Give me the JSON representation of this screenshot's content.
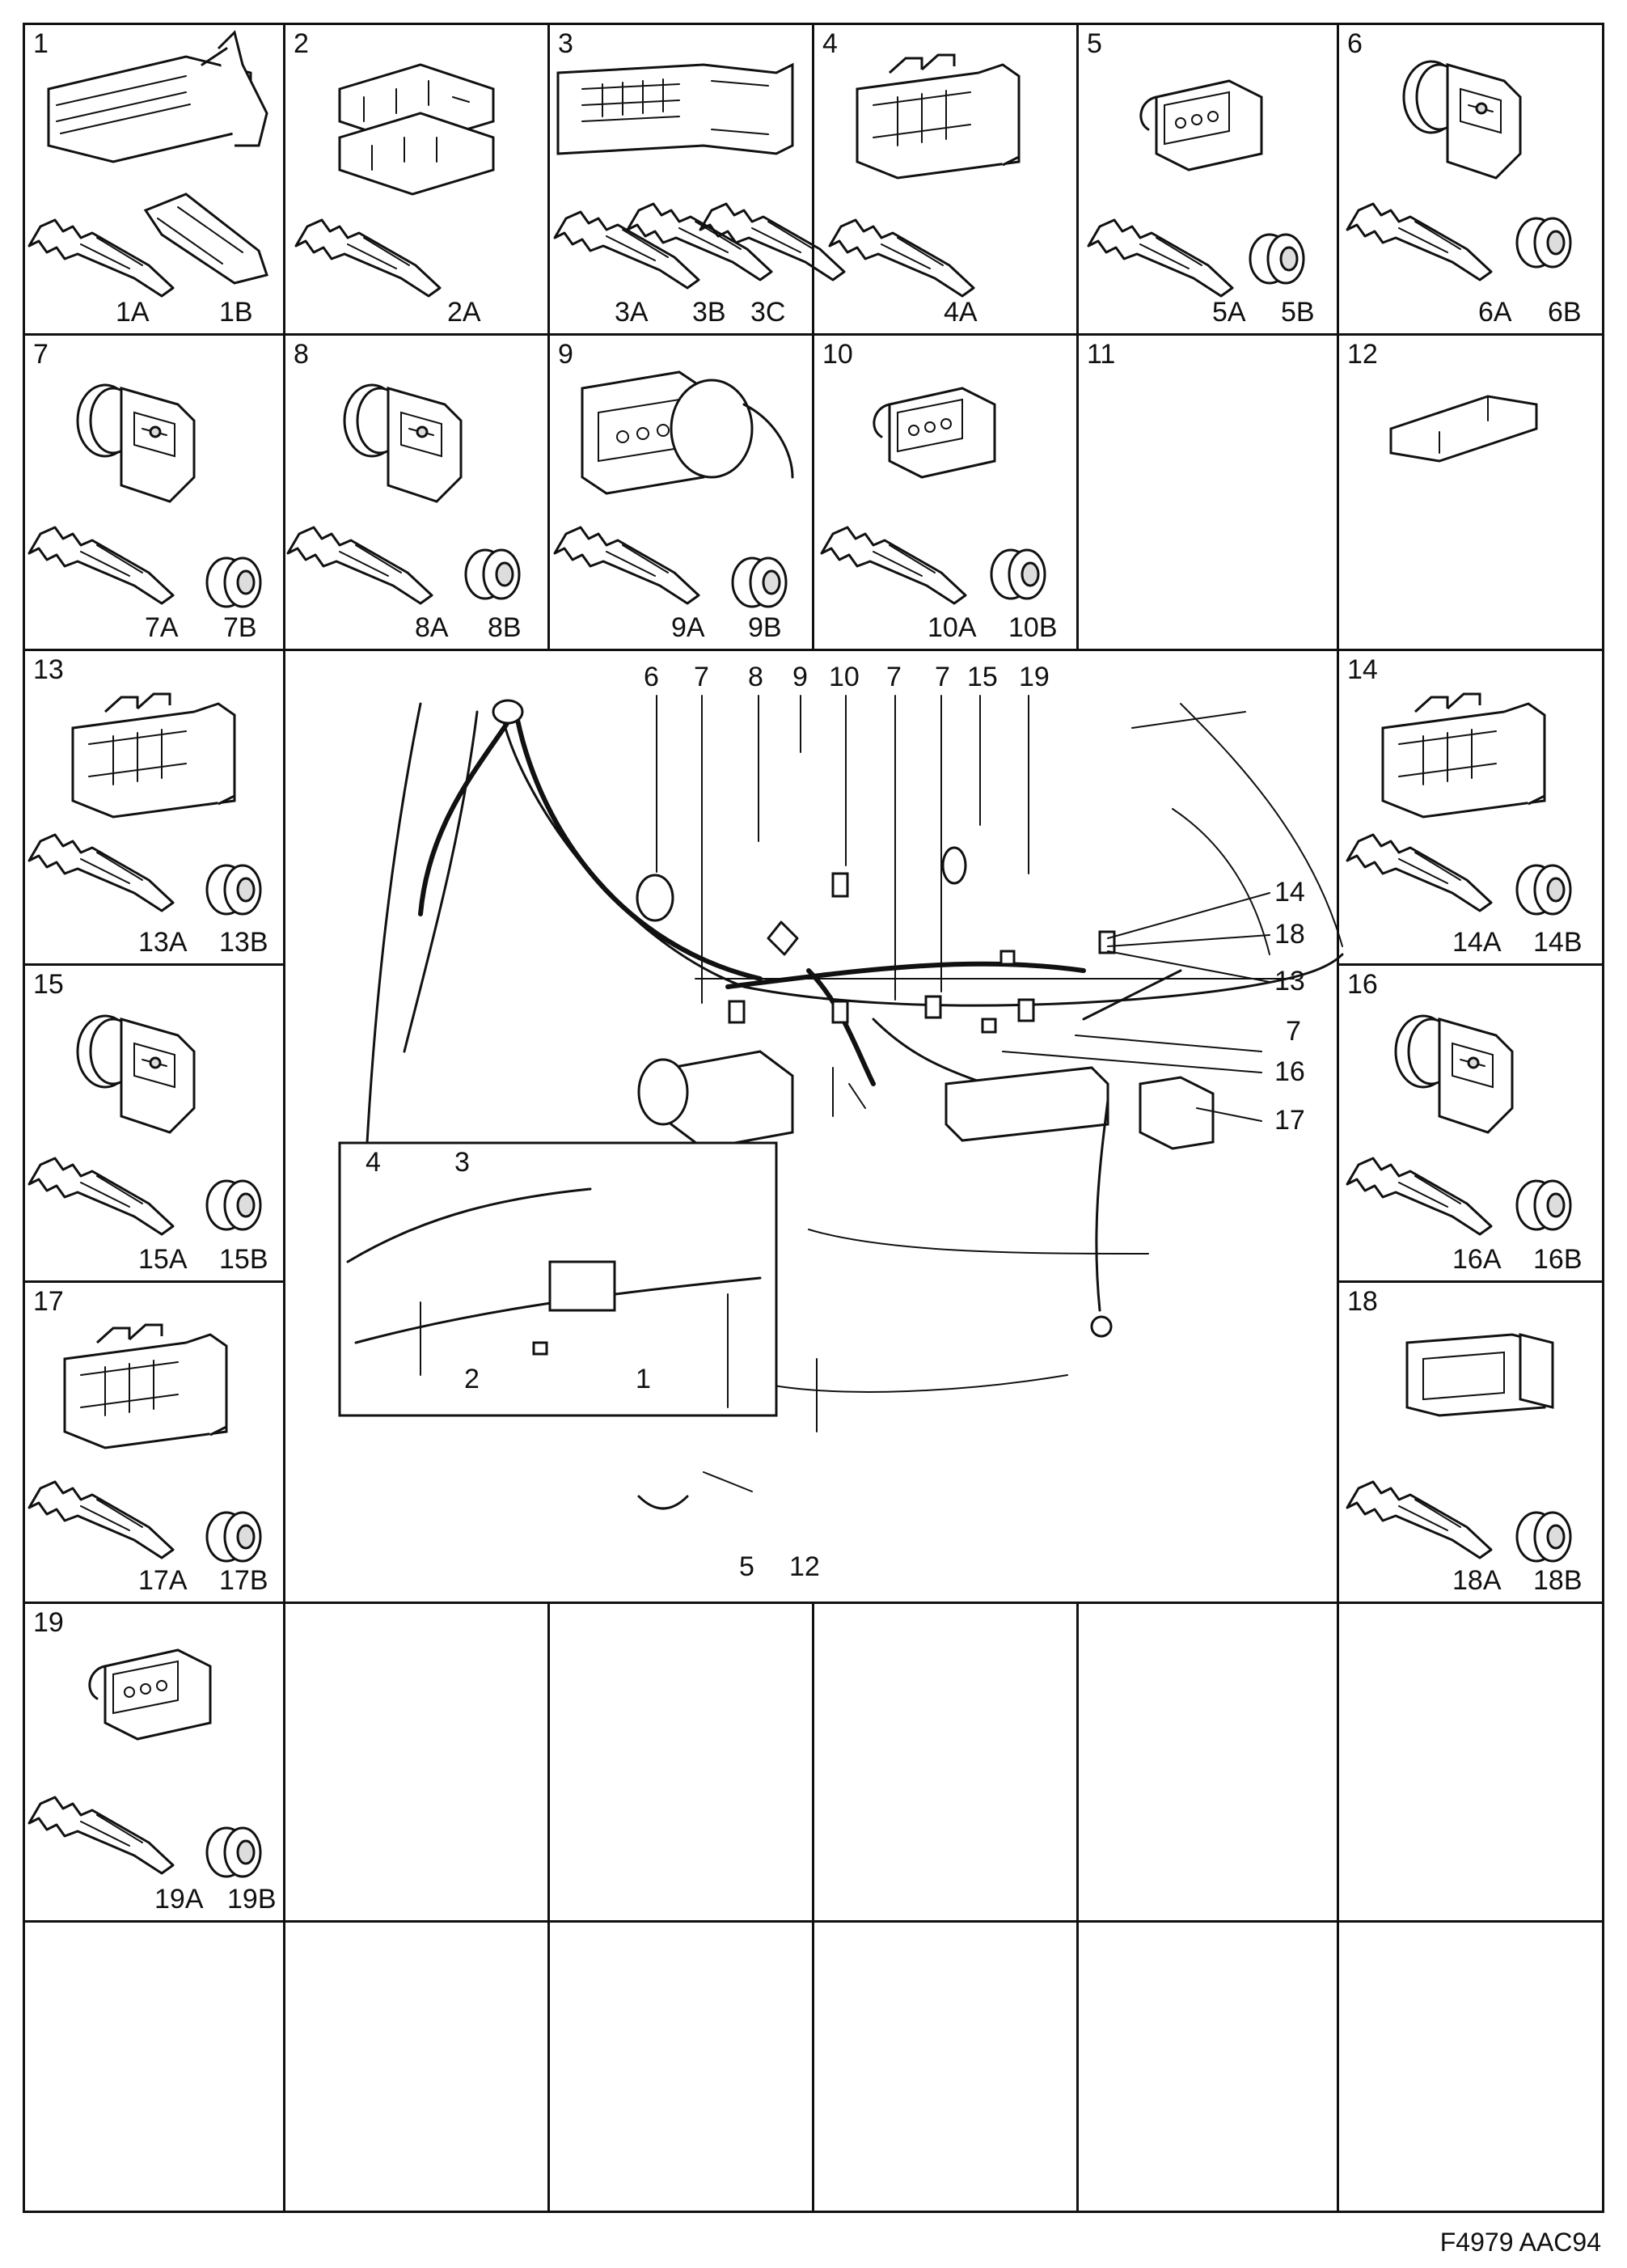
{
  "drawing_code": "F4979 AAC94",
  "cells": [
    {
      "id": "1",
      "subs": [
        "1A",
        "1B"
      ]
    },
    {
      "id": "2",
      "subs": [
        "2A"
      ]
    },
    {
      "id": "3",
      "subs": [
        "3A",
        "3B",
        "3C"
      ]
    },
    {
      "id": "4",
      "subs": [
        "4A"
      ]
    },
    {
      "id": "5",
      "subs": [
        "5A",
        "5B"
      ]
    },
    {
      "id": "6",
      "subs": [
        "6A",
        "6B"
      ]
    },
    {
      "id": "7",
      "subs": [
        "7A",
        "7B"
      ]
    },
    {
      "id": "8",
      "subs": [
        "8A",
        "8B"
      ]
    },
    {
      "id": "9",
      "subs": [
        "9A",
        "9B"
      ]
    },
    {
      "id": "10",
      "subs": [
        "10A",
        "10B"
      ]
    },
    {
      "id": "11",
      "subs": []
    },
    {
      "id": "12",
      "subs": []
    },
    {
      "id": "13",
      "subs": [
        "13A",
        "13B"
      ]
    },
    {
      "id": "14",
      "subs": [
        "14A",
        "14B"
      ]
    },
    {
      "id": "15",
      "subs": [
        "15A",
        "15B"
      ]
    },
    {
      "id": "16",
      "subs": [
        "16A",
        "16B"
      ]
    },
    {
      "id": "17",
      "subs": [
        "17A",
        "17B"
      ]
    },
    {
      "id": "18",
      "subs": [
        "18A",
        "18B"
      ]
    },
    {
      "id": "19",
      "subs": [
        "19A",
        "19B"
      ]
    }
  ],
  "main_callouts": {
    "top": [
      "6",
      "7",
      "8",
      "9",
      "10",
      "7",
      "7",
      "15",
      "19"
    ],
    "right": [
      "14",
      "18",
      "13",
      "7",
      "16",
      "17"
    ],
    "inset": [
      "4",
      "3",
      "2",
      "1"
    ],
    "bottom": [
      "5",
      "12"
    ]
  }
}
